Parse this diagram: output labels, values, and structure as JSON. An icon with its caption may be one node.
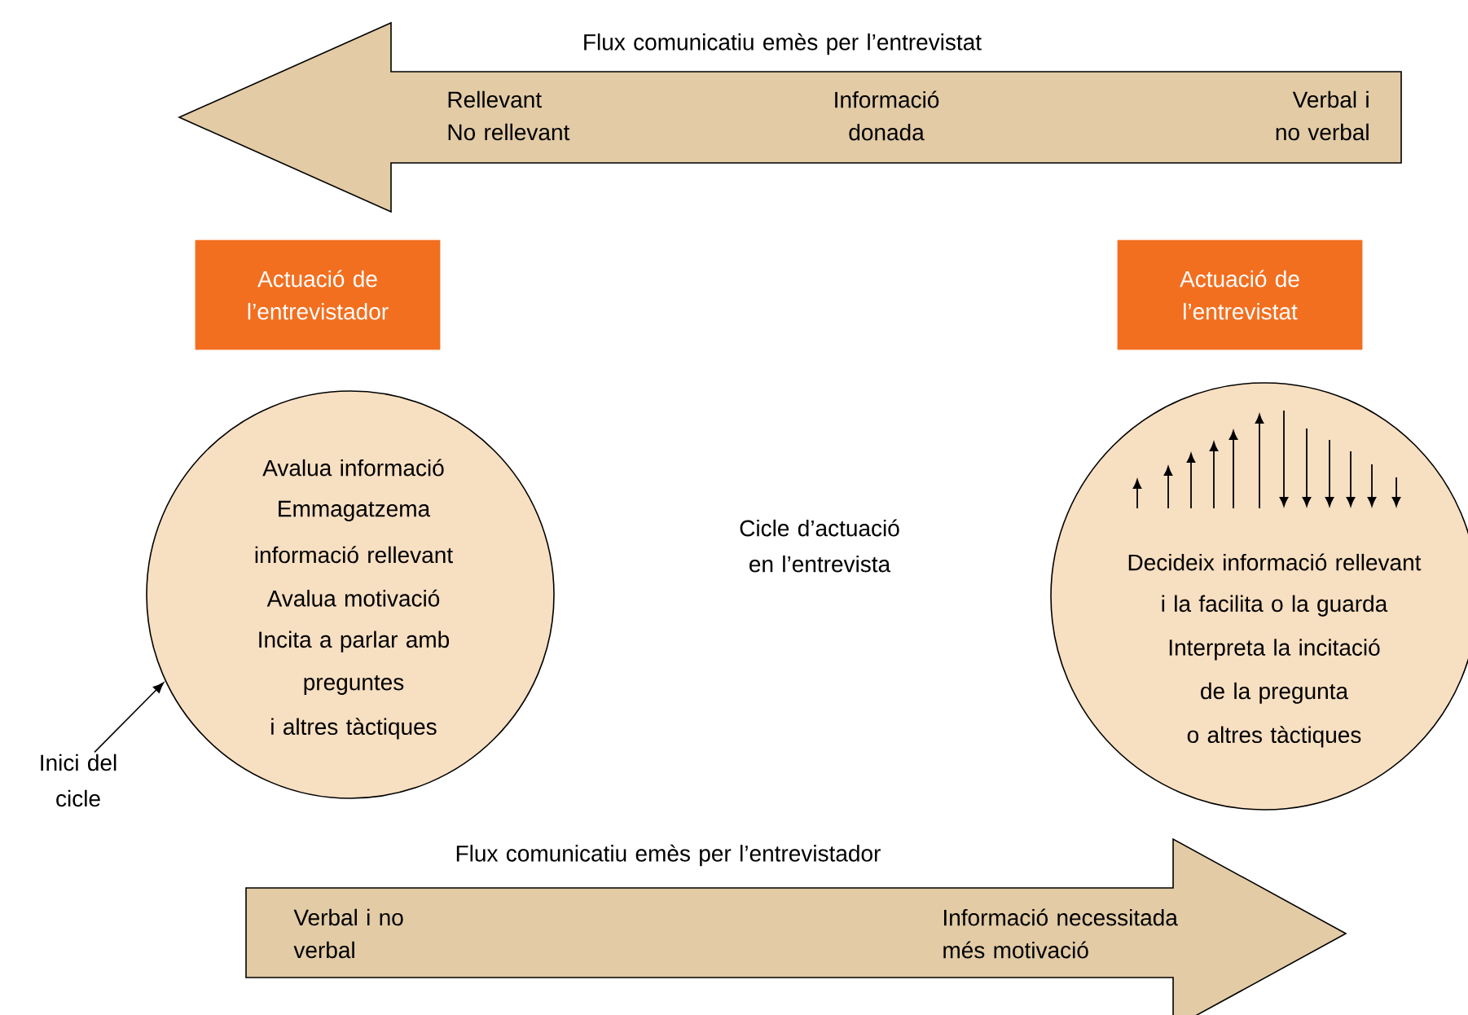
{
  "diagram": {
    "nodes": [
      {
        "text": [
          "Flux comunicatiu emès per l’entrevistat",
          "Rellevant",
          "No rellevant",
          "Informació donada",
          "Verbal i no verbal"
        ]
      },
      {
        "text": [
          "Actuació de l’entrevistador"
        ]
      },
      {
        "text": [
          "Actuació de l’entrevistat"
        ]
      },
      {
        "text": [
          "Avalua informació",
          "Emmagatzema",
          "informació rellevant",
          "Avalua motivació",
          "Incita a parlar amb",
          "preguntes",
          "i altres tàctiques"
        ]
      },
      {
        "text": [
          "Decideix informació rellevant",
          "i la facilita o la guarda",
          "Interpreta la incitació",
          "de la pregunta",
          "o altres tàctiques"
        ]
      },
      {
        "text": [
          "Inici del cicle"
        ]
      },
      {
        "text": [
          "Flux comunicatiu emès per l’entrevistador",
          "Verbal i no verbal",
          "Informació necessitada més motivació"
        ]
      }
    ],
    "edges": [
      {
        "from": 5,
        "to": 3,
        "arrow": "to"
      }
    ],
    "labels": [
      "Cicle d’actuació en l’entrevista"
    ]
  }
}
